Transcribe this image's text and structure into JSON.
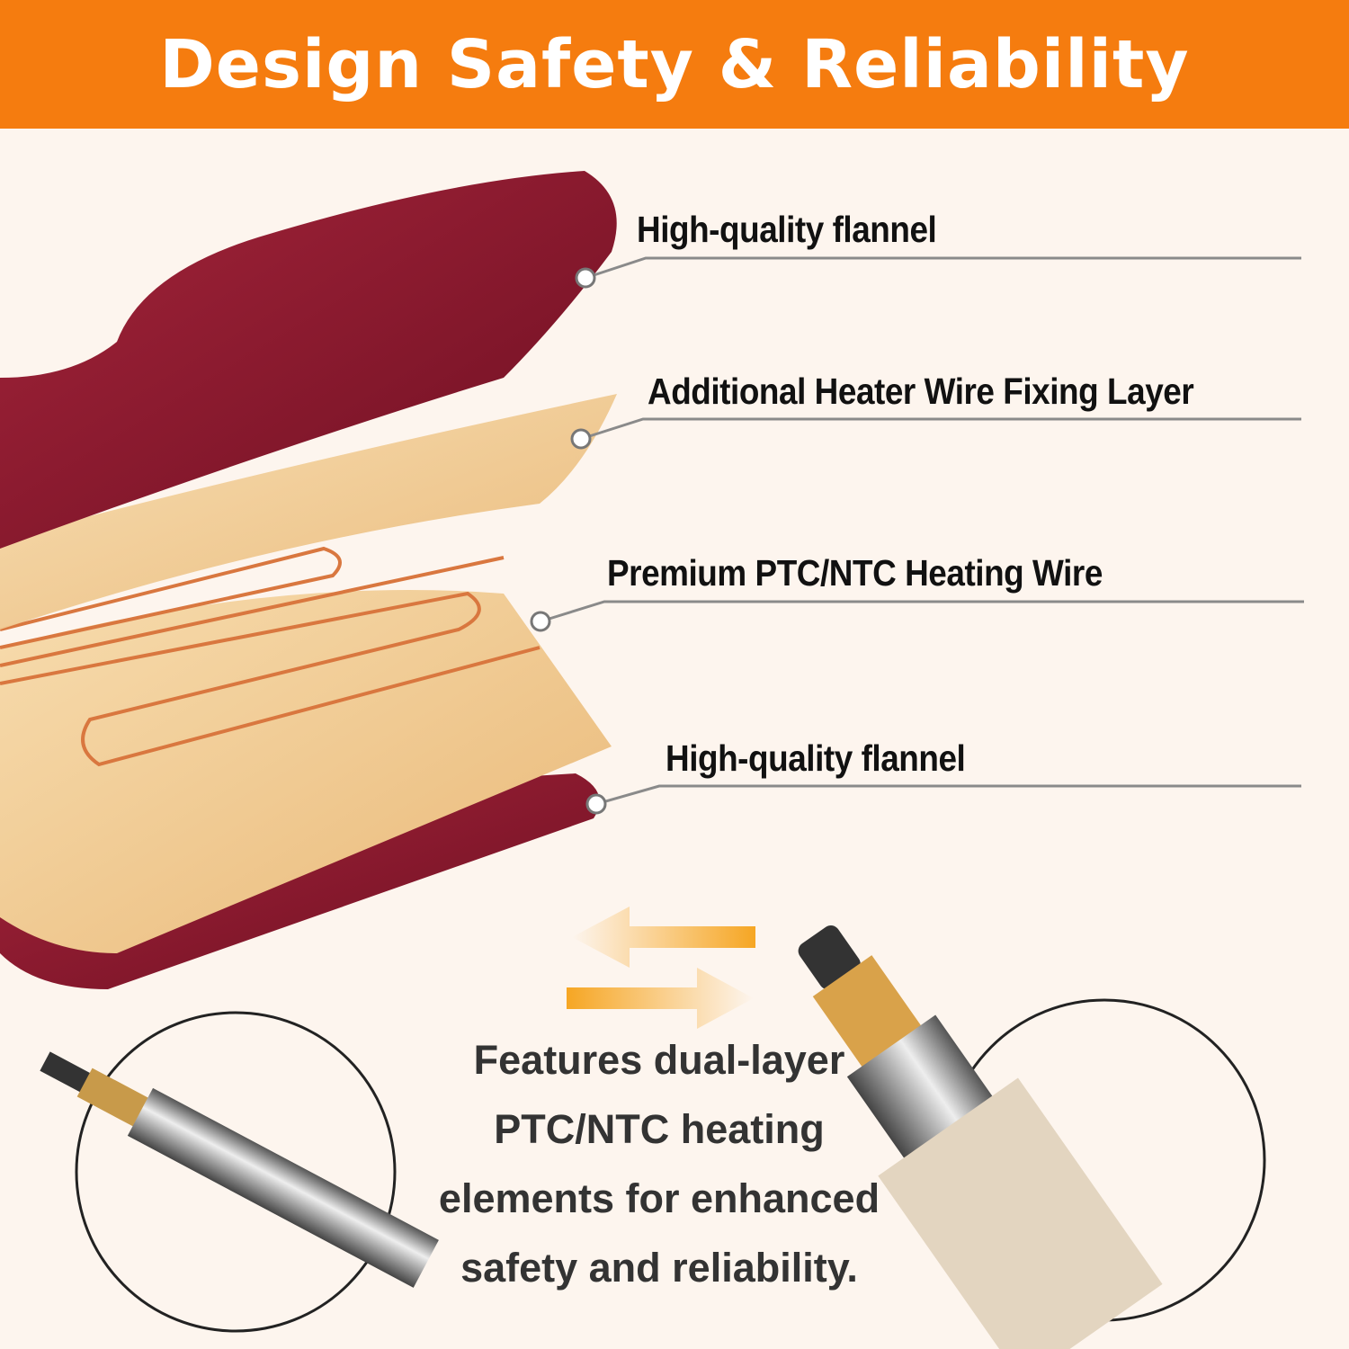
{
  "header": {
    "title": "Design Safety & Reliability"
  },
  "layers": [
    {
      "label": "High-quality flannel"
    },
    {
      "label": "Additional Heater Wire Fixing Layer"
    },
    {
      "label": "Premium PTC/NTC Heating Wire"
    },
    {
      "label": "High-quality flannel"
    }
  ],
  "description": {
    "lines": [
      "Features dual-layer",
      "PTC/NTC heating",
      "elements for enhanced",
      "safety and reliability."
    ]
  },
  "colors": {
    "header_bg": "#f57c0f",
    "background": "#fdf5ee",
    "flannel": "#8b1a2e",
    "sheet": "#f3c98f",
    "wire": "#d9773f",
    "callout_line": "#8a8a8a"
  }
}
